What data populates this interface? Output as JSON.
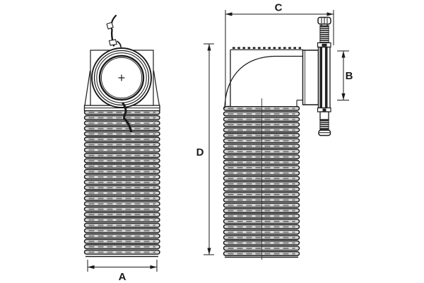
{
  "drawing": {
    "labels": {
      "a": "A",
      "b": "B",
      "c": "C",
      "d": "D"
    },
    "colors": {
      "line": "#1a1a1a",
      "background": "#ffffff",
      "corrugation_fill": "#d4d4d4",
      "corrugation_streak": "#7a7a7a",
      "clamp_dark": "#222222"
    }
  }
}
